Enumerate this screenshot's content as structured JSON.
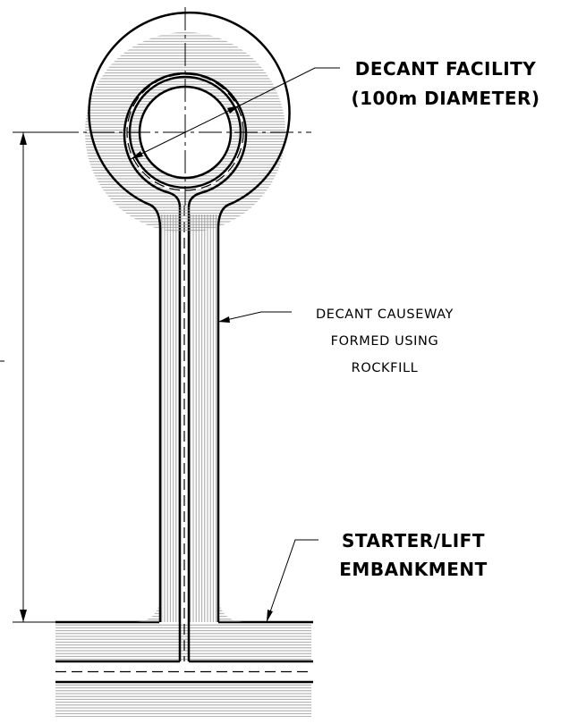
{
  "labels": {
    "decant_facility_line1": "DECANT FACILITY",
    "decant_facility_line2": "(100m DIAMETER)",
    "causeway_line1": "DECANT CAUSEWAY",
    "causeway_line2": "FORMED USING",
    "causeway_line3": "ROCKFILL",
    "embankment_line1": "STARTER/LIFT",
    "embankment_line2": "EMBANKMENT"
  },
  "colors": {
    "ink": "#000000",
    "hatch": "#9a9a9a",
    "background": "#ffffff"
  }
}
